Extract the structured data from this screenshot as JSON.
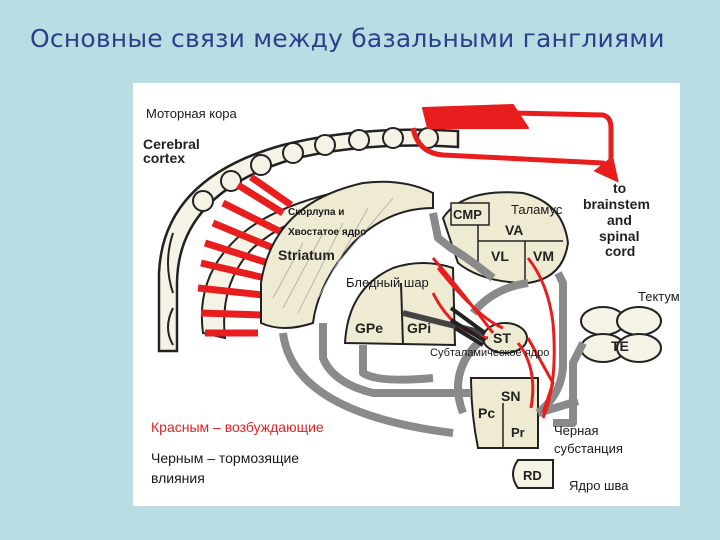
{
  "slide": {
    "title": "Основные связи между базальными ганглиями"
  },
  "colors": {
    "background": "#b9dde3",
    "title": "#2b3f8c",
    "excitatory": "#e81e1e",
    "inhibitory": "#8a8a8a",
    "structure_fill": "#f5f3e6"
  },
  "diagram": {
    "labels_ru": {
      "motor_cortex": "Моторная кора",
      "putamen_caudate_line1": "Скорлупа и",
      "putamen_caudate_line2": "Хвостатое ядро",
      "thalamus": "Таламус",
      "globus_pallidus": "Бледный шар",
      "tectum": "Тектум",
      "subthalamic": "Субталамическое ядро",
      "substantia_nigra_line1": "Черная",
      "substantia_nigra_line2": "субстанция",
      "raphe": "Ядро шва"
    },
    "labels_en": {
      "cerebral": "Cerebral",
      "cortex": "cortex",
      "striatum": "Striatum",
      "cmp": "CMP",
      "va": "VA",
      "vl": "VL",
      "vm": "VM",
      "to": "to",
      "brainstem": "brainstem",
      "and": "and",
      "spinal": "spinal",
      "cord": "cord",
      "te": "TE",
      "gpe": "GPe",
      "gpi": "GPi",
      "st": "ST",
      "sn": "SN",
      "pc": "Pc",
      "pr": "Pr",
      "rd": "RD"
    },
    "legend": {
      "excitatory": "Красным – возбуждающие",
      "inhibitory_line1": "Черным – тормозящие",
      "inhibitory_line2": "влияния"
    }
  }
}
